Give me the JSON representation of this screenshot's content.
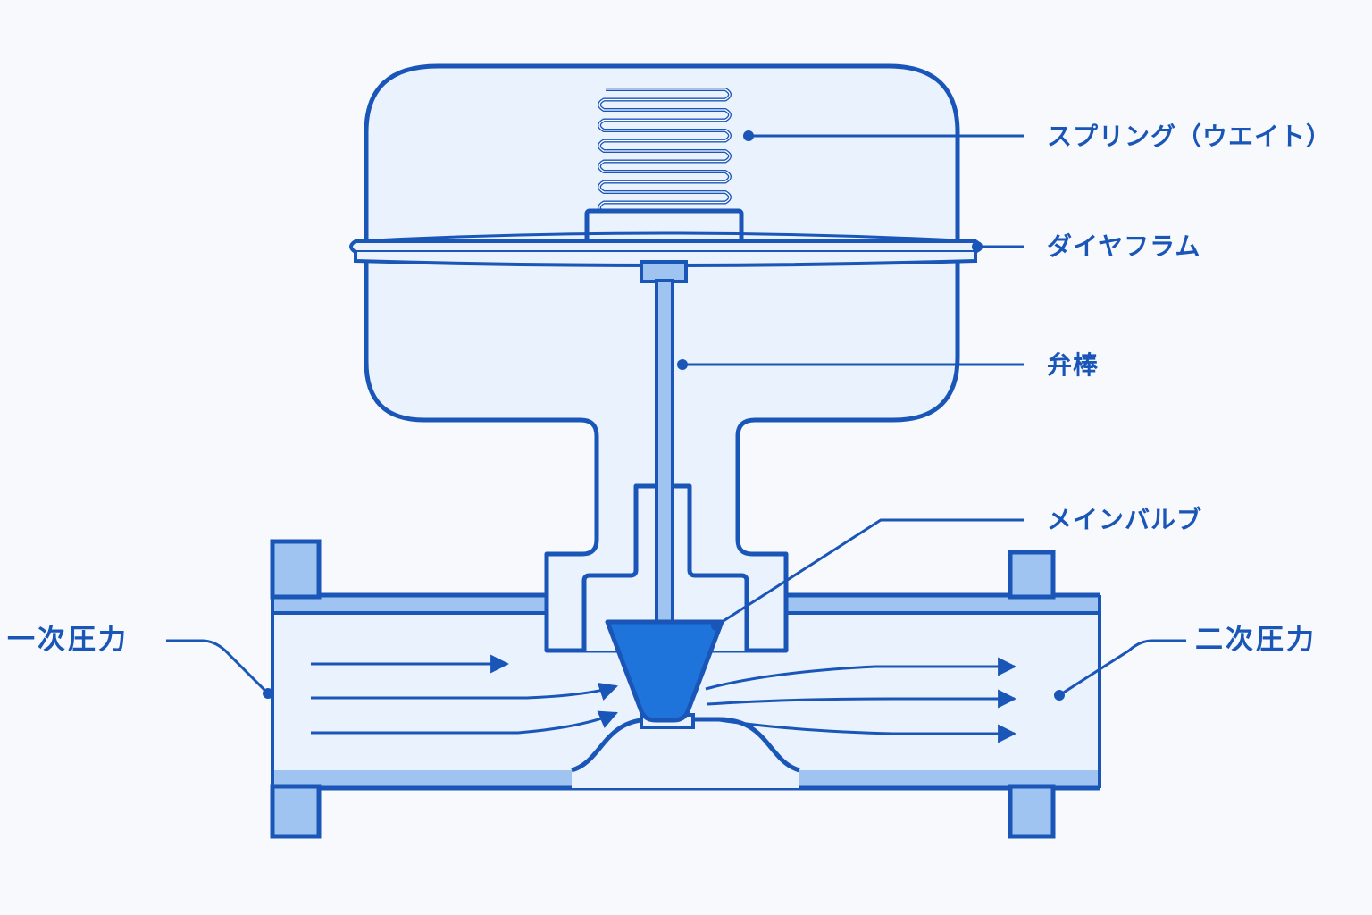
{
  "colors": {
    "stroke": "#1a56b8",
    "fill_light": "#e9f2fd",
    "fill_mid": "#9fc4f1",
    "valve": "#1f74db",
    "background": "#f7f9fc"
  },
  "labels": {
    "spring": "スプリング（ウエイト）",
    "diaphragm": "ダイヤフラム",
    "stem": "弁棒",
    "main_valve": "メインバルブ",
    "primary_pressure": "一次圧力",
    "secondary_pressure": "二次圧力"
  }
}
